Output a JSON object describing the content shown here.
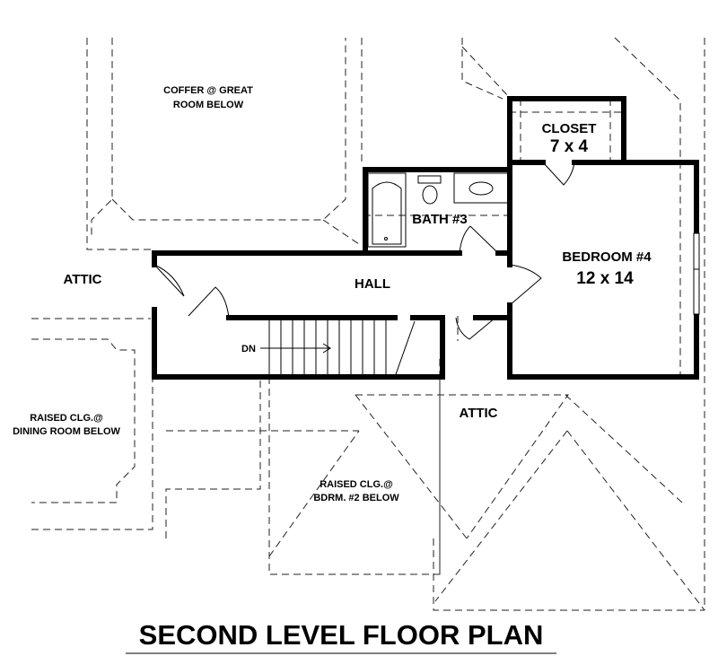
{
  "plan": {
    "title": "SECOND LEVEL FLOOR PLAN",
    "coffer": [
      "COFFER @ GREAT",
      "ROOM BELOW"
    ],
    "attic_left": "ATTIC",
    "attic_bottom": "ATTIC",
    "hall": "HALL",
    "stairs_dn": "DN",
    "bath": "BATH #3",
    "closet": {
      "name": "CLOSET",
      "size": "7 x 4"
    },
    "bedroom": {
      "name": "BEDROOM #4",
      "size": "12 x 14"
    },
    "raised_dining": [
      "RAISED CLG.@",
      "DINING ROOM BELOW"
    ],
    "raised_bdrm": [
      "RAISED CLG.@",
      "BDRM. #2 BELOW"
    ]
  }
}
